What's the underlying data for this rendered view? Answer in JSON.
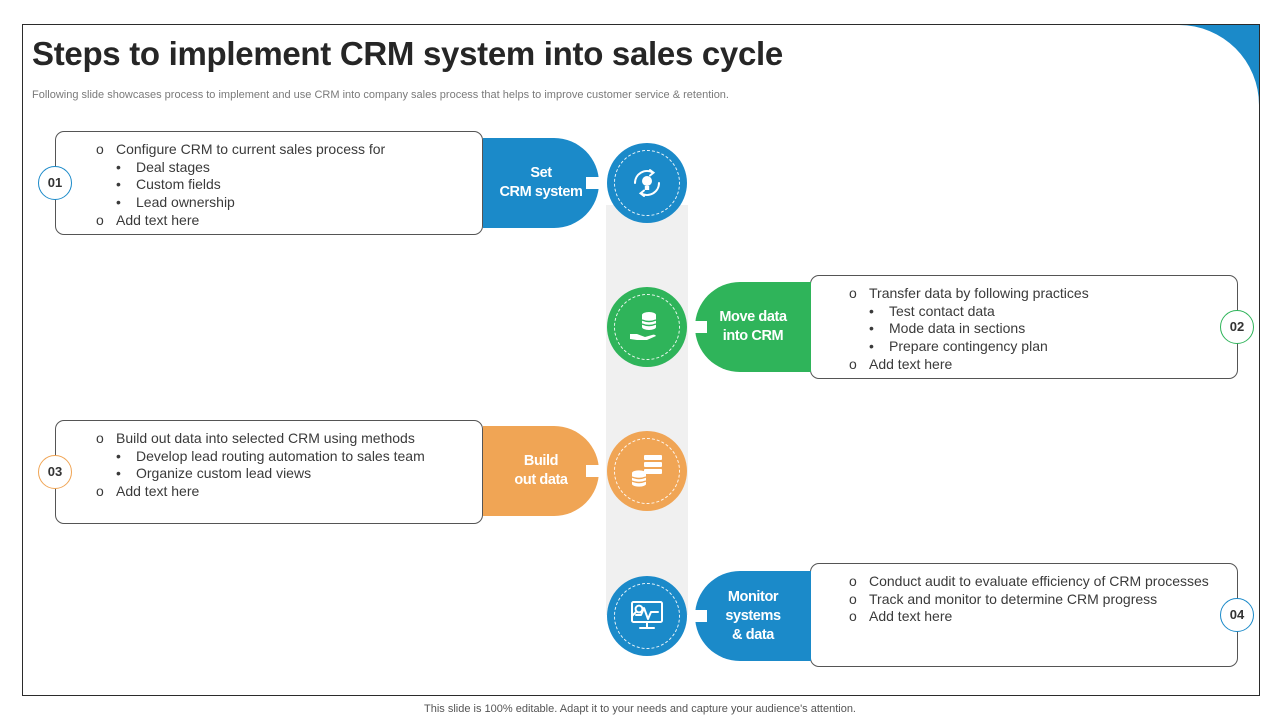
{
  "title": "Steps to implement CRM system into sales cycle",
  "subtitle": "Following slide showcases process to implement and use CRM into company sales process that helps to improve customer service & retention.",
  "footer": "This slide is 100% editable. Adapt it to your needs and capture your audience's attention.",
  "colors": {
    "blue": "#1b8ac9",
    "green": "#2fb45a",
    "orange": "#f0a555",
    "dark_blue": "#1a6fb0"
  },
  "steps": [
    {
      "number": "01",
      "label": [
        "Set",
        "CRM system"
      ],
      "icon": "lightbulb-cycle-icon",
      "color": "#1b8ac9",
      "items": [
        {
          "marker": "o",
          "text": "Configure CRM to current sales process for",
          "level": 0
        },
        {
          "marker": "•",
          "text": "Deal stages",
          "level": 1
        },
        {
          "marker": "•",
          "text": "Custom fields",
          "level": 1
        },
        {
          "marker": "•",
          "text": "Lead ownership",
          "level": 1
        },
        {
          "marker": "o",
          "text": "Add text here",
          "level": 0
        }
      ]
    },
    {
      "number": "02",
      "label": [
        "Move data",
        "into CRM"
      ],
      "icon": "database-hand-icon",
      "color": "#2fb45a",
      "items": [
        {
          "marker": "o",
          "text": "Transfer data by following practices",
          "level": 0
        },
        {
          "marker": "•",
          "text": "Test contact data",
          "level": 1
        },
        {
          "marker": "•",
          "text": "Mode data in sections",
          "level": 1
        },
        {
          "marker": "•",
          "text": "Prepare contingency plan",
          "level": 1
        },
        {
          "marker": "o",
          "text": "Add text here",
          "level": 0
        }
      ]
    },
    {
      "number": "03",
      "label": [
        "Build",
        "out data"
      ],
      "icon": "database-stack-icon",
      "color": "#f0a555",
      "items": [
        {
          "marker": "o",
          "text": "Build out data into selected CRM using methods",
          "level": 0
        },
        {
          "marker": "•",
          "text": "Develop lead routing automation to sales team",
          "level": 1
        },
        {
          "marker": "•",
          "text": "Organize custom lead views",
          "level": 1
        },
        {
          "marker": "o",
          "text": "Add text here",
          "level": 0
        }
      ]
    },
    {
      "number": "04",
      "label": [
        "Monitor",
        "systems",
        "& data"
      ],
      "icon": "monitor-analytics-icon",
      "color": "#1b8ac9",
      "items": [
        {
          "marker": "o",
          "text": "Conduct audit to evaluate efficiency of CRM processes",
          "level": 0
        },
        {
          "marker": "o",
          "text": "Track and monitor to determine CRM progress",
          "level": 0
        },
        {
          "marker": "o",
          "text": " Add text here",
          "level": 0
        }
      ]
    }
  ]
}
